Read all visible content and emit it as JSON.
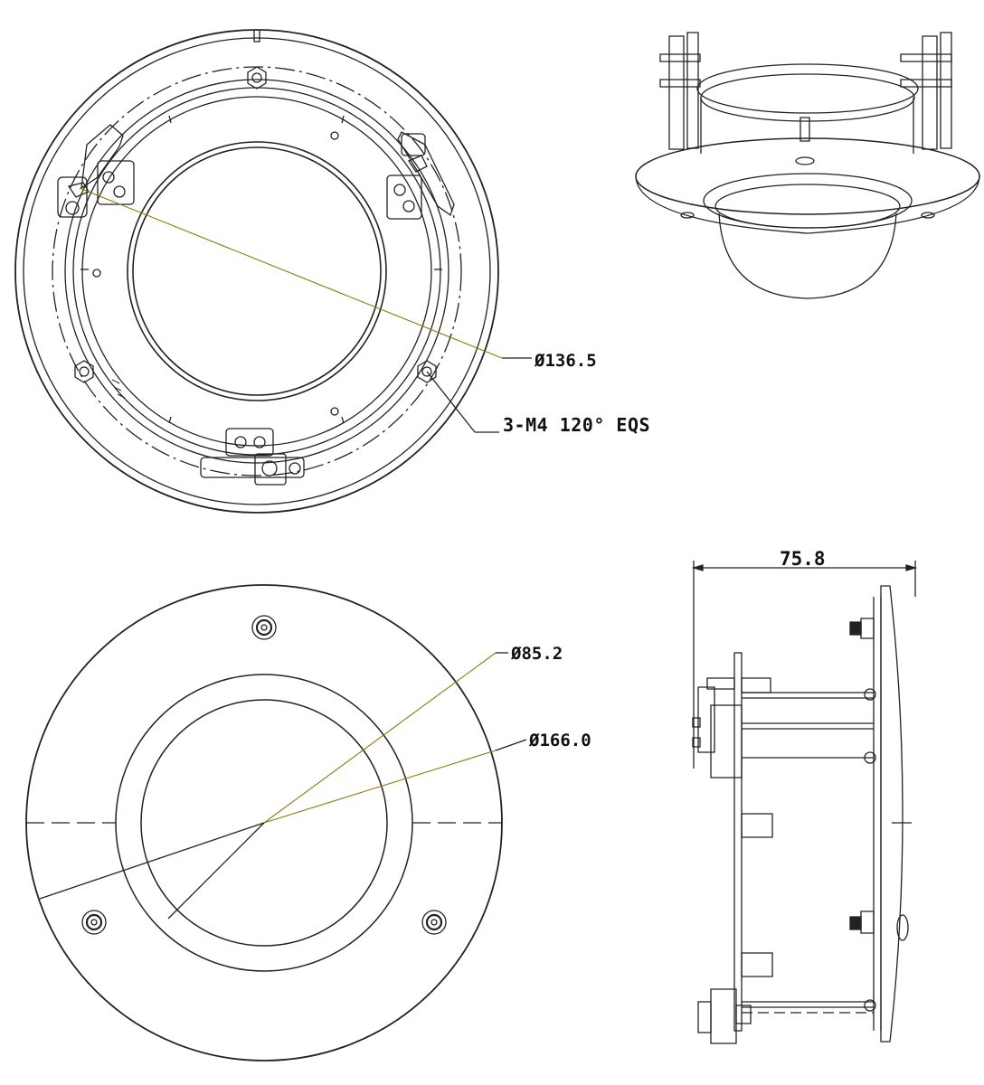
{
  "dimensions": {
    "mounting_ring_diameter": "Ø136.5",
    "screw_note": "3-M4 120° EQS",
    "inner_opening_diameter": "Ø85.2",
    "outer_flange_diameter": "Ø166.0",
    "overall_depth": "75.8"
  },
  "colors": {
    "line": "#222222",
    "leader": "#8a7a10",
    "background": "#ffffff"
  }
}
